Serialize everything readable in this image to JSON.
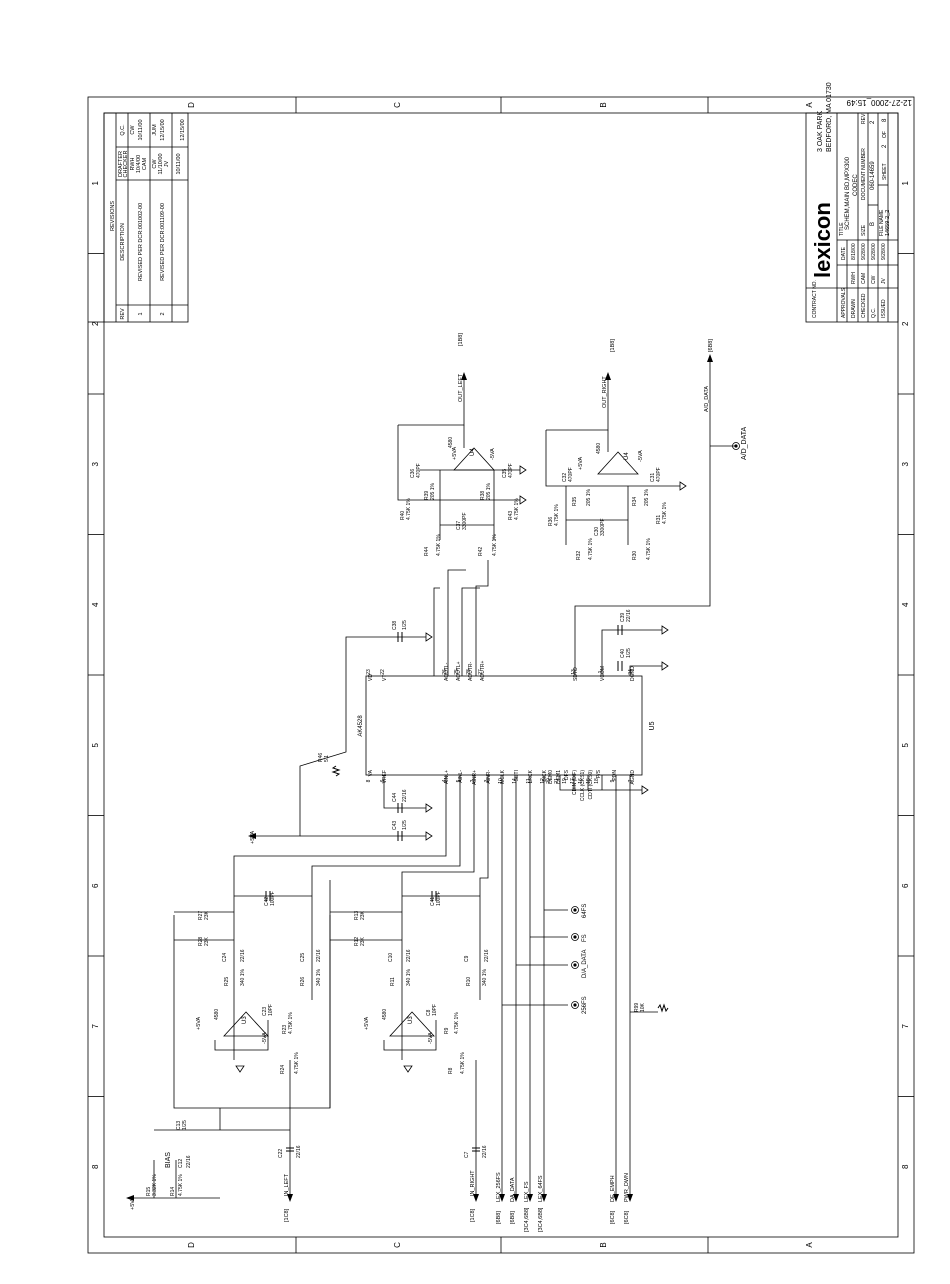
{
  "timestamp": "12-27-2000_15:49",
  "zone_letters": [
    "D",
    "C",
    "B",
    "A"
  ],
  "zone_numbers": [
    "1",
    "2",
    "3",
    "4",
    "5",
    "6",
    "7",
    "8"
  ],
  "revisions": {
    "title": "REVISIONS",
    "headers": [
      "REV",
      "DESCRIPTION",
      "DRAFTER",
      "CHECKER",
      "Q.C."
    ],
    "rows": [
      {
        "rev": "1",
        "desc": "REVISED PER DCR:001002-00",
        "drafter": "RWH",
        "drafter_date": "10/4/00",
        "checker": "CAM",
        "checker_date": "10/11/00",
        "qc": "CW",
        "qc_date": "10/11/00"
      },
      {
        "rev": "2",
        "desc": "REVISED PER DCR:001109-00",
        "drafter": "CW",
        "drafter_date": "11/10/00",
        "checker": "JV",
        "checker_date": "12/15/00",
        "qc": "JUM",
        "qc_date": "12/15/00"
      }
    ]
  },
  "title_block": {
    "company": "lexicon",
    "address1": "3 OAK PARK",
    "address2": "BEDFORD, MA  01730",
    "title_label": "TITLE",
    "title1": "SCHEM,MAIN BD,MPX300",
    "title2": "CODEC",
    "size_label": "SIZE",
    "size": "B",
    "doc_label": "DOCUMENT NUMBER",
    "doc": "060-14659",
    "rev_label": "REV",
    "rev": "2",
    "file_label": "FILE NAME",
    "file": "14659-2_2",
    "sheet_label": "SHEET",
    "sheet": "2",
    "of": "OF",
    "sheets": "8",
    "contract_label": "CONTRACT NO.",
    "approvals_label": "APPROVALS",
    "date_label": "DATE",
    "approvals": [
      {
        "role": "DRAWN",
        "name": "RWH",
        "date": "8/18/00"
      },
      {
        "role": "CHECKED",
        "name": "CAM",
        "date": "9/28/00"
      },
      {
        "role": "Q.C.",
        "name": "CW",
        "date": "9/28/00"
      },
      {
        "role": "ISSUED",
        "name": "JV",
        "date": "9/28/00"
      }
    ]
  },
  "schematic": {
    "u5": {
      "ref": "U5",
      "part": "AK4528",
      "left_pins": [
        {
          "num": "8",
          "name": "VA"
        },
        {
          "num": "6",
          "name": "VREF"
        },
        {
          "num": "4",
          "name": "AINL+"
        },
        {
          "num": "5",
          "name": "AINL-"
        },
        {
          "num": "2",
          "name": "AINR+"
        },
        {
          "num": "3",
          "name": "AINR-"
        },
        {
          "num": "10",
          "name": "MCLK"
        },
        {
          "num": "14",
          "name": "SDTI"
        },
        {
          "num": "11",
          "name": "LRCK"
        },
        {
          "num": "12",
          "name": "BICK"
        },
        {
          "num": "20",
          "name": "DEM0"
        },
        {
          "num": "21",
          "name": "DEM1"
        },
        {
          "num": "19",
          "name": "DFS"
        },
        {
          "num": "17",
          "name": "CDIN (DIF)"
        },
        {
          "num": "16",
          "name": "CCLK (CKS1)"
        },
        {
          "num": "15",
          "name": "CDTI (CKS0)"
        },
        {
          "num": "18",
          "name": "P/S"
        },
        {
          "num": "9",
          "name": "PDN"
        },
        {
          "num": "7",
          "name": "AGND"
        }
      ],
      "right_pins": [
        {
          "num": "23",
          "name": "VD"
        },
        {
          "num": "22",
          "name": "VT"
        },
        {
          "num": "26",
          "name": "AOUTL-"
        },
        {
          "num": "25",
          "name": "AOUTL+"
        },
        {
          "num": "28",
          "name": "AOUTR-"
        },
        {
          "num": "27",
          "name": "AOUTR+"
        },
        {
          "num": "13",
          "name": "SDTO"
        },
        {
          "num": "1",
          "name": "VCOM"
        },
        {
          "num": "24",
          "name": "DGND"
        }
      ]
    },
    "labels": {
      "bias": "BIAS",
      "p5va": "+5VA",
      "m5va": "-5VA",
      "out_left": "OUT_LEFT",
      "out_left_ref": "[1B8]",
      "out_right": "OUT_RIGHT",
      "out_right_ref": "[1B8]",
      "ad_data": "A/D_DATA",
      "ad_data_ref": "[6B8]",
      "ad_data_port": "A/D_DATA",
      "in_left": "IN_LEFT",
      "in_left_ref": "[1C8]",
      "in_right": "IN_RIGHT",
      "in_right_ref": "[1C8]",
      "lex_256fs": "LEX_256FS",
      "lex_256fs_ref": "[6B8]",
      "da_data": "DA_DATA",
      "da_data_ref": "[6B8]",
      "lex_fs": "LEX_FS",
      "lex_fs_ref": "[3C4,6B8]",
      "lex_64fs": "LEX_64FS",
      "lex_64fs_ref": "[3C4,6B8]",
      "de_emph": "DE_EMPH",
      "de_emph_ref": "[6C8]",
      "pwr_dwn": "PWR_DWN",
      "pwr_dwn_ref": "[6C8]",
      "tp_64fs": "64FS",
      "tp_fs": "FS",
      "tp_dadata": "D/A_DATA",
      "tp_256fs": "256FS"
    },
    "parts": {
      "u3": "U3",
      "u4": "U4",
      "opamp": "4580",
      "r46": "R46",
      "r46_v": "5.1",
      "c43": "C43",
      "c43_v": "1/25",
      "c44": "C44",
      "c44_v": "22/16",
      "c38": "C38",
      "c38_v": "1/25",
      "c39": "C39",
      "c39_v": "22/16",
      "c40": "C40",
      "c40_v": "1/25",
      "r36": "R36",
      "r36_v": "4.75K 1%",
      "r35": "R35",
      "r35_v": "205 1%",
      "c32": "C32",
      "c32_v": "470PF",
      "c30": "C30",
      "c30_v": "3300PF",
      "r34": "R34",
      "r34_v": "205 1%",
      "c31": "C31",
      "c31_v": "470PF",
      "r31": "R31",
      "r31_v": "4.75K 1%",
      "r32": "R32",
      "r32_v": "4.75K 1%",
      "r30": "R30",
      "r30_v": "4.75K 1%",
      "r40": "R40",
      "r40_v": "4.75K 1%",
      "r39": "R39",
      "r39_v": "205 1%",
      "c36": "C36",
      "c36_v": "470PF",
      "c37": "C37",
      "c37_v": "3300PF",
      "r38": "R38",
      "r38_v": "205 1%",
      "c35": "C35",
      "c35_v": "470PF",
      "r43": "R43",
      "r43_v": "4.75K 1%",
      "r44": "R44",
      "r44_v": "4.75K 1%",
      "r42": "R42",
      "r42_v": "4.75K 1%",
      "r27": "R27",
      "r27_v": "23K",
      "r28": "R28",
      "r28_v": "23K",
      "c42": "C42",
      "c42_v": "100PF",
      "c24": "C24",
      "c24_v": "22/16",
      "c25": "C25",
      "c25_v": "22/16",
      "r25": "R25",
      "r25_v": "340 1%",
      "r26": "R26",
      "r26_v": "340 1%",
      "c23": "C23",
      "c23_v": "10PF",
      "r23": "R23",
      "r23_v": "4.75K 1%",
      "r24": "R24",
      "r24_v": "4.75K 1%",
      "c22": "C22",
      "c22_v": "22/16",
      "r13": "R13",
      "r13_v": "23K",
      "r12": "R12",
      "r12_v": "23K",
      "c41": "C41",
      "c41_v": "100PF",
      "c10": "C10",
      "c10_v": "22/16",
      "c9": "C9",
      "c9_v": "22/16",
      "r11": "R11",
      "r11_v": "340 1%",
      "r10": "R10",
      "r10_v": "340 1%",
      "c8": "C8",
      "c8_v": "10PF",
      "r9": "R9",
      "r9_v": "4.75K 1%",
      "r8": "R8",
      "r8_v": "4.75K 1%",
      "c7": "C7",
      "c7_v": "22/16",
      "c13": "C13",
      "c13_v": "1/25",
      "c12": "C12",
      "c12_v": "22/16",
      "r15": "R15",
      "r15_v": "3.32K 1%",
      "r14": "R14",
      "r14_v": "4.75K 1%",
      "r99": "R99",
      "r99_v": "10K"
    }
  }
}
